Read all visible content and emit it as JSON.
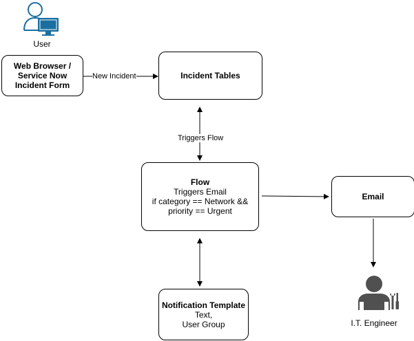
{
  "actors": {
    "user": {
      "label": "User",
      "icon": "user-computer-icon"
    },
    "engineer": {
      "label": "I.T. Engineer",
      "icon": "engineer-tools-icon"
    }
  },
  "nodes": {
    "web_form": {
      "lines": [
        "Web Browser /",
        "Service Now",
        "Incident Form"
      ]
    },
    "incident_tables": {
      "title": "Incident Tables"
    },
    "flow": {
      "title": "Flow",
      "line1": "Triggers Email",
      "line2": "if category == Network &&",
      "line3": "priority == Urgent"
    },
    "email": {
      "title": "Email"
    },
    "notification": {
      "title": "Notification Template",
      "line1": "Text,",
      "line2": "User Group"
    }
  },
  "edges": {
    "new_incident": "New Incident",
    "triggers_flow": "Triggers Flow"
  },
  "colors": {
    "icon_fill": "#505050",
    "user_accent": "#1a6fa0",
    "stroke": "#000000"
  }
}
